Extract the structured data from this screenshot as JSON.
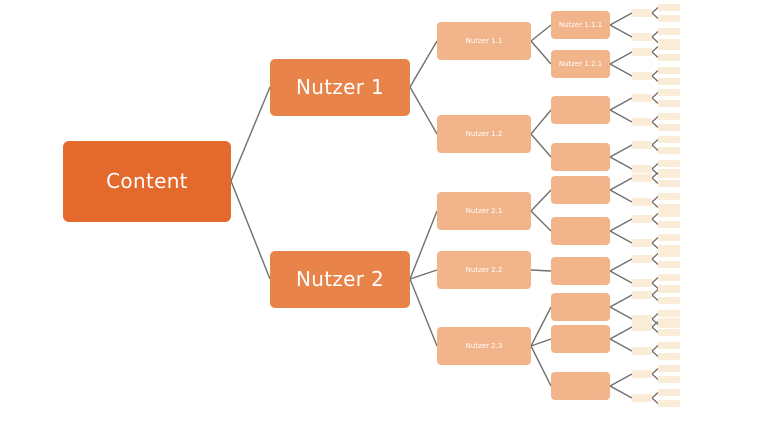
{
  "colors": {
    "root": "#e36a2c",
    "level1": "#e8834a",
    "level2": "#f2b48a",
    "level3": "#f2b48a",
    "leaf": "#fbecd7",
    "line": "#707070"
  },
  "tree": {
    "label": "Content",
    "children": [
      {
        "label": "Nutzer 1",
        "children": [
          {
            "label": "Nutzer 1.1",
            "children": [
              {
                "label": "Nutzer 1.1.1"
              },
              {
                "label": "Nutzer 1.2.1"
              }
            ]
          },
          {
            "label": "Nutzer 1.2",
            "children": [
              {
                "label": ""
              },
              {
                "label": ""
              }
            ]
          }
        ]
      },
      {
        "label": "Nutzer 2",
        "children": [
          {
            "label": "Nutzer 2.1",
            "children": [
              {
                "label": ""
              },
              {
                "label": ""
              }
            ]
          },
          {
            "label": "Nutzer 2.2",
            "children": [
              {
                "label": ""
              }
            ]
          },
          {
            "label": "Nutzer 2.3",
            "children": [
              {
                "label": ""
              },
              {
                "label": ""
              },
              {
                "label": ""
              }
            ]
          }
        ]
      }
    ]
  }
}
